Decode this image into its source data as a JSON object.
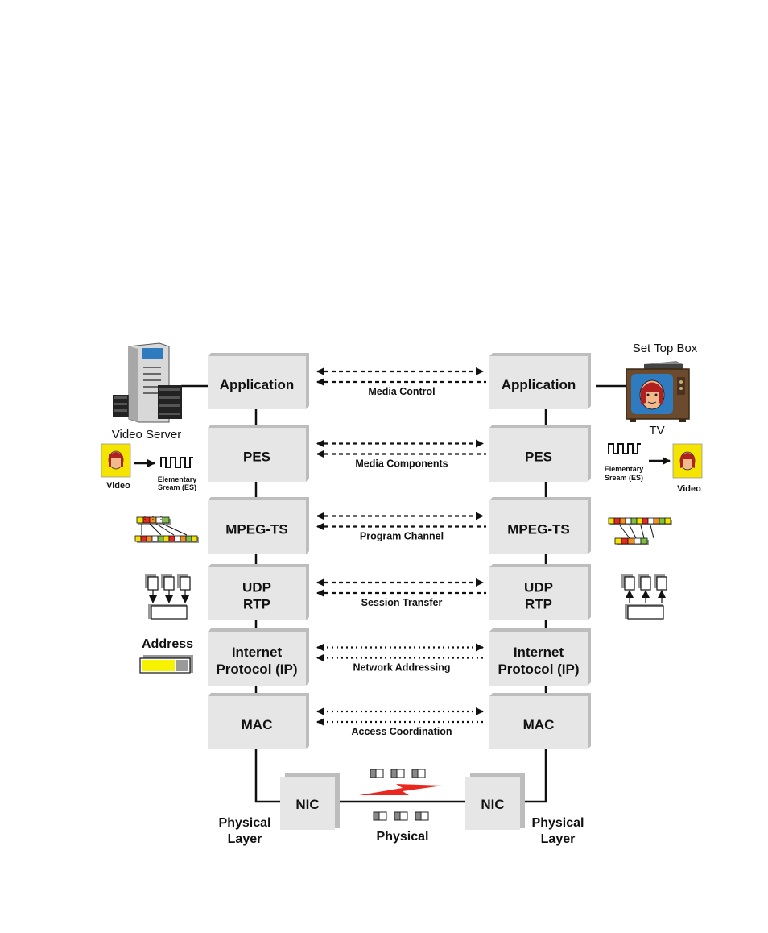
{
  "layers": [
    {
      "id": "application",
      "left": [
        "Application"
      ],
      "right": [
        "Application"
      ],
      "connection": "Media Control",
      "line": "dashed"
    },
    {
      "id": "pes",
      "left": [
        "PES"
      ],
      "right": [
        "PES"
      ],
      "connection": "Media Components",
      "line": "dashed"
    },
    {
      "id": "mpeg-ts",
      "left": [
        "MPEG-TS"
      ],
      "right": [
        "MPEG-TS"
      ],
      "connection": "Program Channel",
      "line": "dashed"
    },
    {
      "id": "udp-rtp",
      "left": [
        "UDP",
        "RTP"
      ],
      "right": [
        "UDP",
        "RTP"
      ],
      "connection": "Session Transfer",
      "line": "dashed"
    },
    {
      "id": "ip",
      "left": [
        "Internet",
        "Protocol (IP)"
      ],
      "right": [
        "Internet",
        "Protocol (IP)"
      ],
      "connection": "Network Addressing",
      "line": "dotted"
    },
    {
      "id": "mac",
      "left": [
        "MAC"
      ],
      "right": [
        "MAC"
      ],
      "connection": "Access Coordination",
      "line": "dotted"
    }
  ],
  "nic": {
    "left": "NIC",
    "right": "NIC"
  },
  "physical": {
    "left_label": [
      "Physical",
      "Layer"
    ],
    "right_label": [
      "Physical",
      "Layer"
    ],
    "link_label": "Physical"
  },
  "server": {
    "label": "Video Server"
  },
  "tv": {
    "set_top_box_label": "Set Top Box",
    "tv_label": "TV"
  },
  "left_es": {
    "video_label": "Video",
    "es_label": [
      "Elementary",
      "Sream (ES)"
    ]
  },
  "right_es": {
    "video_label": "Video",
    "es_label": [
      "Elementary",
      "Sream (ES)"
    ]
  },
  "address": {
    "label": "Address"
  },
  "colors": {
    "box_face": "#e6e6e6",
    "box_shade": "#bdbdbd",
    "video_bg": "#f5e400",
    "address_yellow": "#f7f200",
    "signal_red": "#e8281e",
    "tv_cabinet": "#6b4a2e",
    "screen_blue": "#2f7bc0"
  },
  "icons": {
    "server": "video-server-icon",
    "tv": "television-icon",
    "set_top_box": "set-top-box-icon",
    "video": "face-video-icon",
    "waveform": "square-wave-icon",
    "packetizer": "packet-bar-icon",
    "udp": "udp-packets-icon",
    "address": "address-bar-icon",
    "signal": "lightning-signal-icon"
  }
}
